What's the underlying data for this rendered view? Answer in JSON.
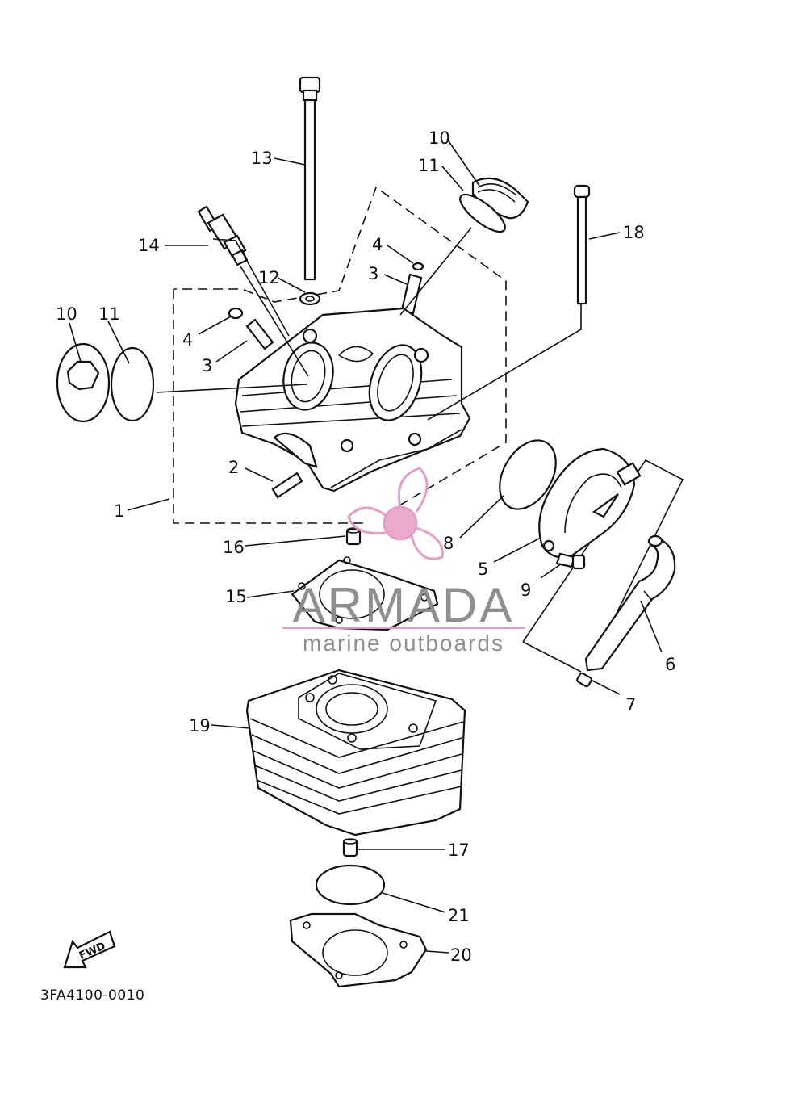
{
  "diagram_code": "3FA4100-0010",
  "fwd_label": "FWD",
  "watermark": {
    "title": "ARMADA",
    "subtitle": "marine outboards",
    "accent_color": "#e29ac4",
    "text_color": "#8a8a8a"
  },
  "callouts": [
    {
      "id": "c1",
      "text": "1"
    },
    {
      "id": "c2",
      "text": "2"
    },
    {
      "id": "c3a",
      "text": "3"
    },
    {
      "id": "c3b",
      "text": "3"
    },
    {
      "id": "c4a",
      "text": "4"
    },
    {
      "id": "c4b",
      "text": "4"
    },
    {
      "id": "c5",
      "text": "5"
    },
    {
      "id": "c6",
      "text": "6"
    },
    {
      "id": "c7",
      "text": "7"
    },
    {
      "id": "c8",
      "text": "8"
    },
    {
      "id": "c9",
      "text": "9"
    },
    {
      "id": "c10a",
      "text": "10"
    },
    {
      "id": "c10b",
      "text": "10"
    },
    {
      "id": "c11a",
      "text": "11"
    },
    {
      "id": "c11b",
      "text": "11"
    },
    {
      "id": "c12",
      "text": "12"
    },
    {
      "id": "c13",
      "text": "13"
    },
    {
      "id": "c14",
      "text": "14"
    },
    {
      "id": "c15",
      "text": "15"
    },
    {
      "id": "c16",
      "text": "16"
    },
    {
      "id": "c17",
      "text": "17"
    },
    {
      "id": "c18",
      "text": "18"
    },
    {
      "id": "c19",
      "text": "19"
    },
    {
      "id": "c20",
      "text": "20"
    },
    {
      "id": "c21",
      "text": "21"
    }
  ]
}
